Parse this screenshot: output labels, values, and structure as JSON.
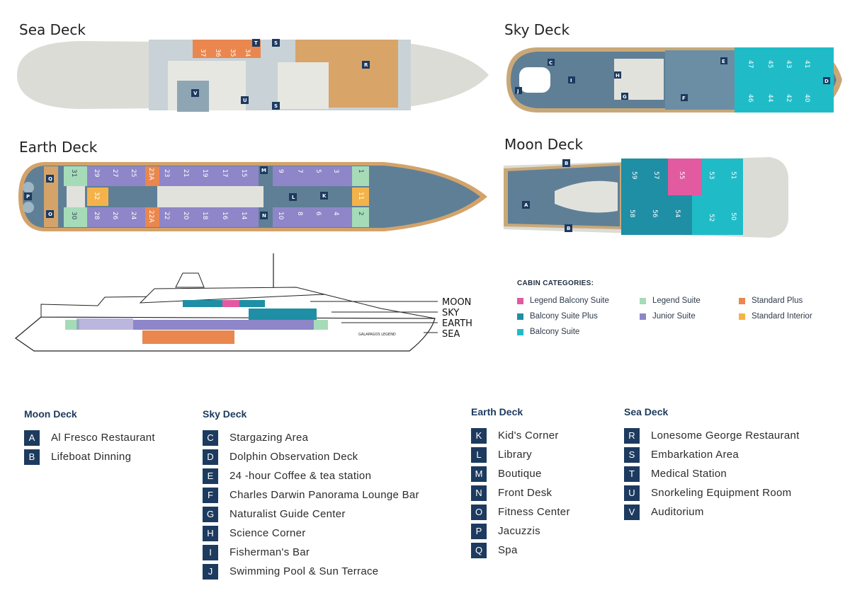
{
  "decks": {
    "sea": "Sea Deck",
    "sky": "Sky Deck",
    "earth": "Earth Deck",
    "moon": "Moon Deck"
  },
  "sea_cabins": [
    "37",
    "36",
    "35",
    "34"
  ],
  "sea_tags": [
    "T",
    "S",
    "R",
    "V",
    "U",
    "S"
  ],
  "sky_cabins_top": [
    "47",
    "45",
    "43",
    "41"
  ],
  "sky_cabins_bottom": [
    "46",
    "44",
    "42",
    "40"
  ],
  "sky_tags": [
    "C",
    "J",
    "I",
    "H",
    "G",
    "E",
    "F",
    "D"
  ],
  "earth_top": [
    "29",
    "27",
    "25",
    "23A",
    "23",
    "21",
    "19",
    "17",
    "15",
    "9",
    "7",
    "5",
    "3",
    "1"
  ],
  "earth_bottom": [
    "28",
    "26",
    "24",
    "22A",
    "22",
    "20",
    "18",
    "16",
    "14",
    "10",
    "8",
    "6",
    "4",
    "2"
  ],
  "earth_misc": [
    "31",
    "30",
    "32",
    "11"
  ],
  "earth_tags": [
    "Q",
    "P",
    "O",
    "M",
    "N",
    "L",
    "K"
  ],
  "moon_top": [
    "59",
    "57",
    "55",
    "53",
    "51"
  ],
  "moon_bottom": [
    "58",
    "56",
    "54",
    "52",
    "50"
  ],
  "moon_tags": [
    "B",
    "A",
    "B"
  ],
  "profile_levels": [
    "MOON",
    "SKY",
    "EARTH",
    "SEA"
  ],
  "ship_name": "GALAPAGOS LEGEND",
  "categories_title": "CABIN CATEGORIES:",
  "categories": [
    {
      "label": "Legend Balcony Suite",
      "color": "#e25aa0"
    },
    {
      "label": "Legend Suite",
      "color": "#a6dbb8"
    },
    {
      "label": "Standard Plus",
      "color": "#e9874f"
    },
    {
      "label": "Balcony Suite Plus",
      "color": "#1f8fa5"
    },
    {
      "label": "Junior Suite",
      "color": "#8e86c8"
    },
    {
      "label": "Standard Interior",
      "color": "#f3b34a"
    },
    {
      "label": "Balcony Suite",
      "color": "#1fbcc8"
    }
  ],
  "key": {
    "moon": {
      "title": "Moon Deck",
      "items": [
        {
          "code": "A",
          "label": "Al Fresco Restaurant"
        },
        {
          "code": "B",
          "label": "Lifeboat Dinning"
        }
      ]
    },
    "sky": {
      "title": "Sky Deck",
      "items": [
        {
          "code": "C",
          "label": "Stargazing Area"
        },
        {
          "code": "D",
          "label": "Dolphin Observation Deck"
        },
        {
          "code": "E",
          "label": "24 -hour Coffee & tea station"
        },
        {
          "code": "F",
          "label": "Charles Darwin Panorama Lounge Bar"
        },
        {
          "code": "G",
          "label": "Naturalist Guide Center"
        },
        {
          "code": "H",
          "label": "Science Corner"
        },
        {
          "code": "I",
          "label": "Fisherman's Bar"
        },
        {
          "code": "J",
          "label": "Swimming Pool & Sun Terrace"
        }
      ]
    },
    "earth": {
      "title": "Earth Deck",
      "items": [
        {
          "code": "K",
          "label": "Kid's Corner"
        },
        {
          "code": "L",
          "label": "Library"
        },
        {
          "code": "M",
          "label": "Boutique"
        },
        {
          "code": "N",
          "label": "Front Desk"
        },
        {
          "code": "O",
          "label": "Fitness Center"
        },
        {
          "code": "P",
          "label": "Jacuzzis"
        },
        {
          "code": "Q",
          "label": "Spa"
        }
      ]
    },
    "sea": {
      "title": "Sea Deck",
      "items": [
        {
          "code": "R",
          "label": "Lonesome George Restaurant"
        },
        {
          "code": "S",
          "label": "Embarkation Area"
        },
        {
          "code": "T",
          "label": "Medical Station"
        },
        {
          "code": "U",
          "label": "Snorkeling Equipment Room"
        },
        {
          "code": "V",
          "label": "Auditorium"
        }
      ]
    }
  }
}
